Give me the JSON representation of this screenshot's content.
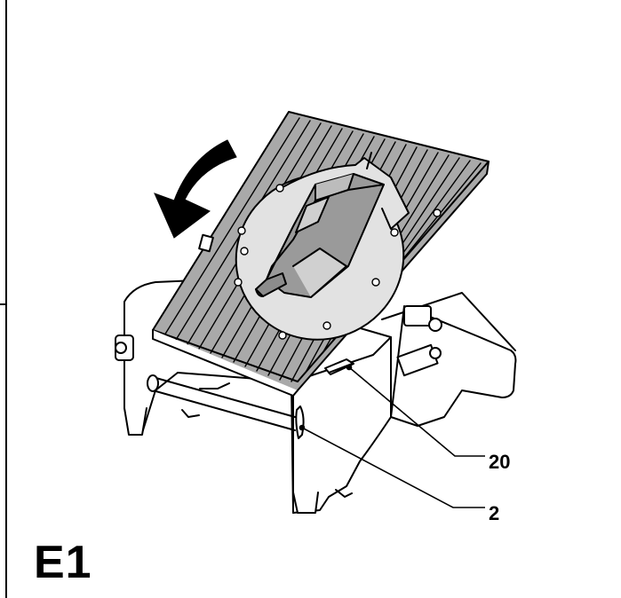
{
  "figure": {
    "label": "E1"
  },
  "callouts": [
    {
      "id": "20",
      "label": "20"
    },
    {
      "id": "2",
      "label": "2"
    }
  ],
  "colors": {
    "line": "#000000",
    "plate_fill": "#a9a9a9",
    "disc_fill": "#e2e2e2",
    "body_fill": "#ffffff",
    "arrow_fill": "#000000"
  }
}
